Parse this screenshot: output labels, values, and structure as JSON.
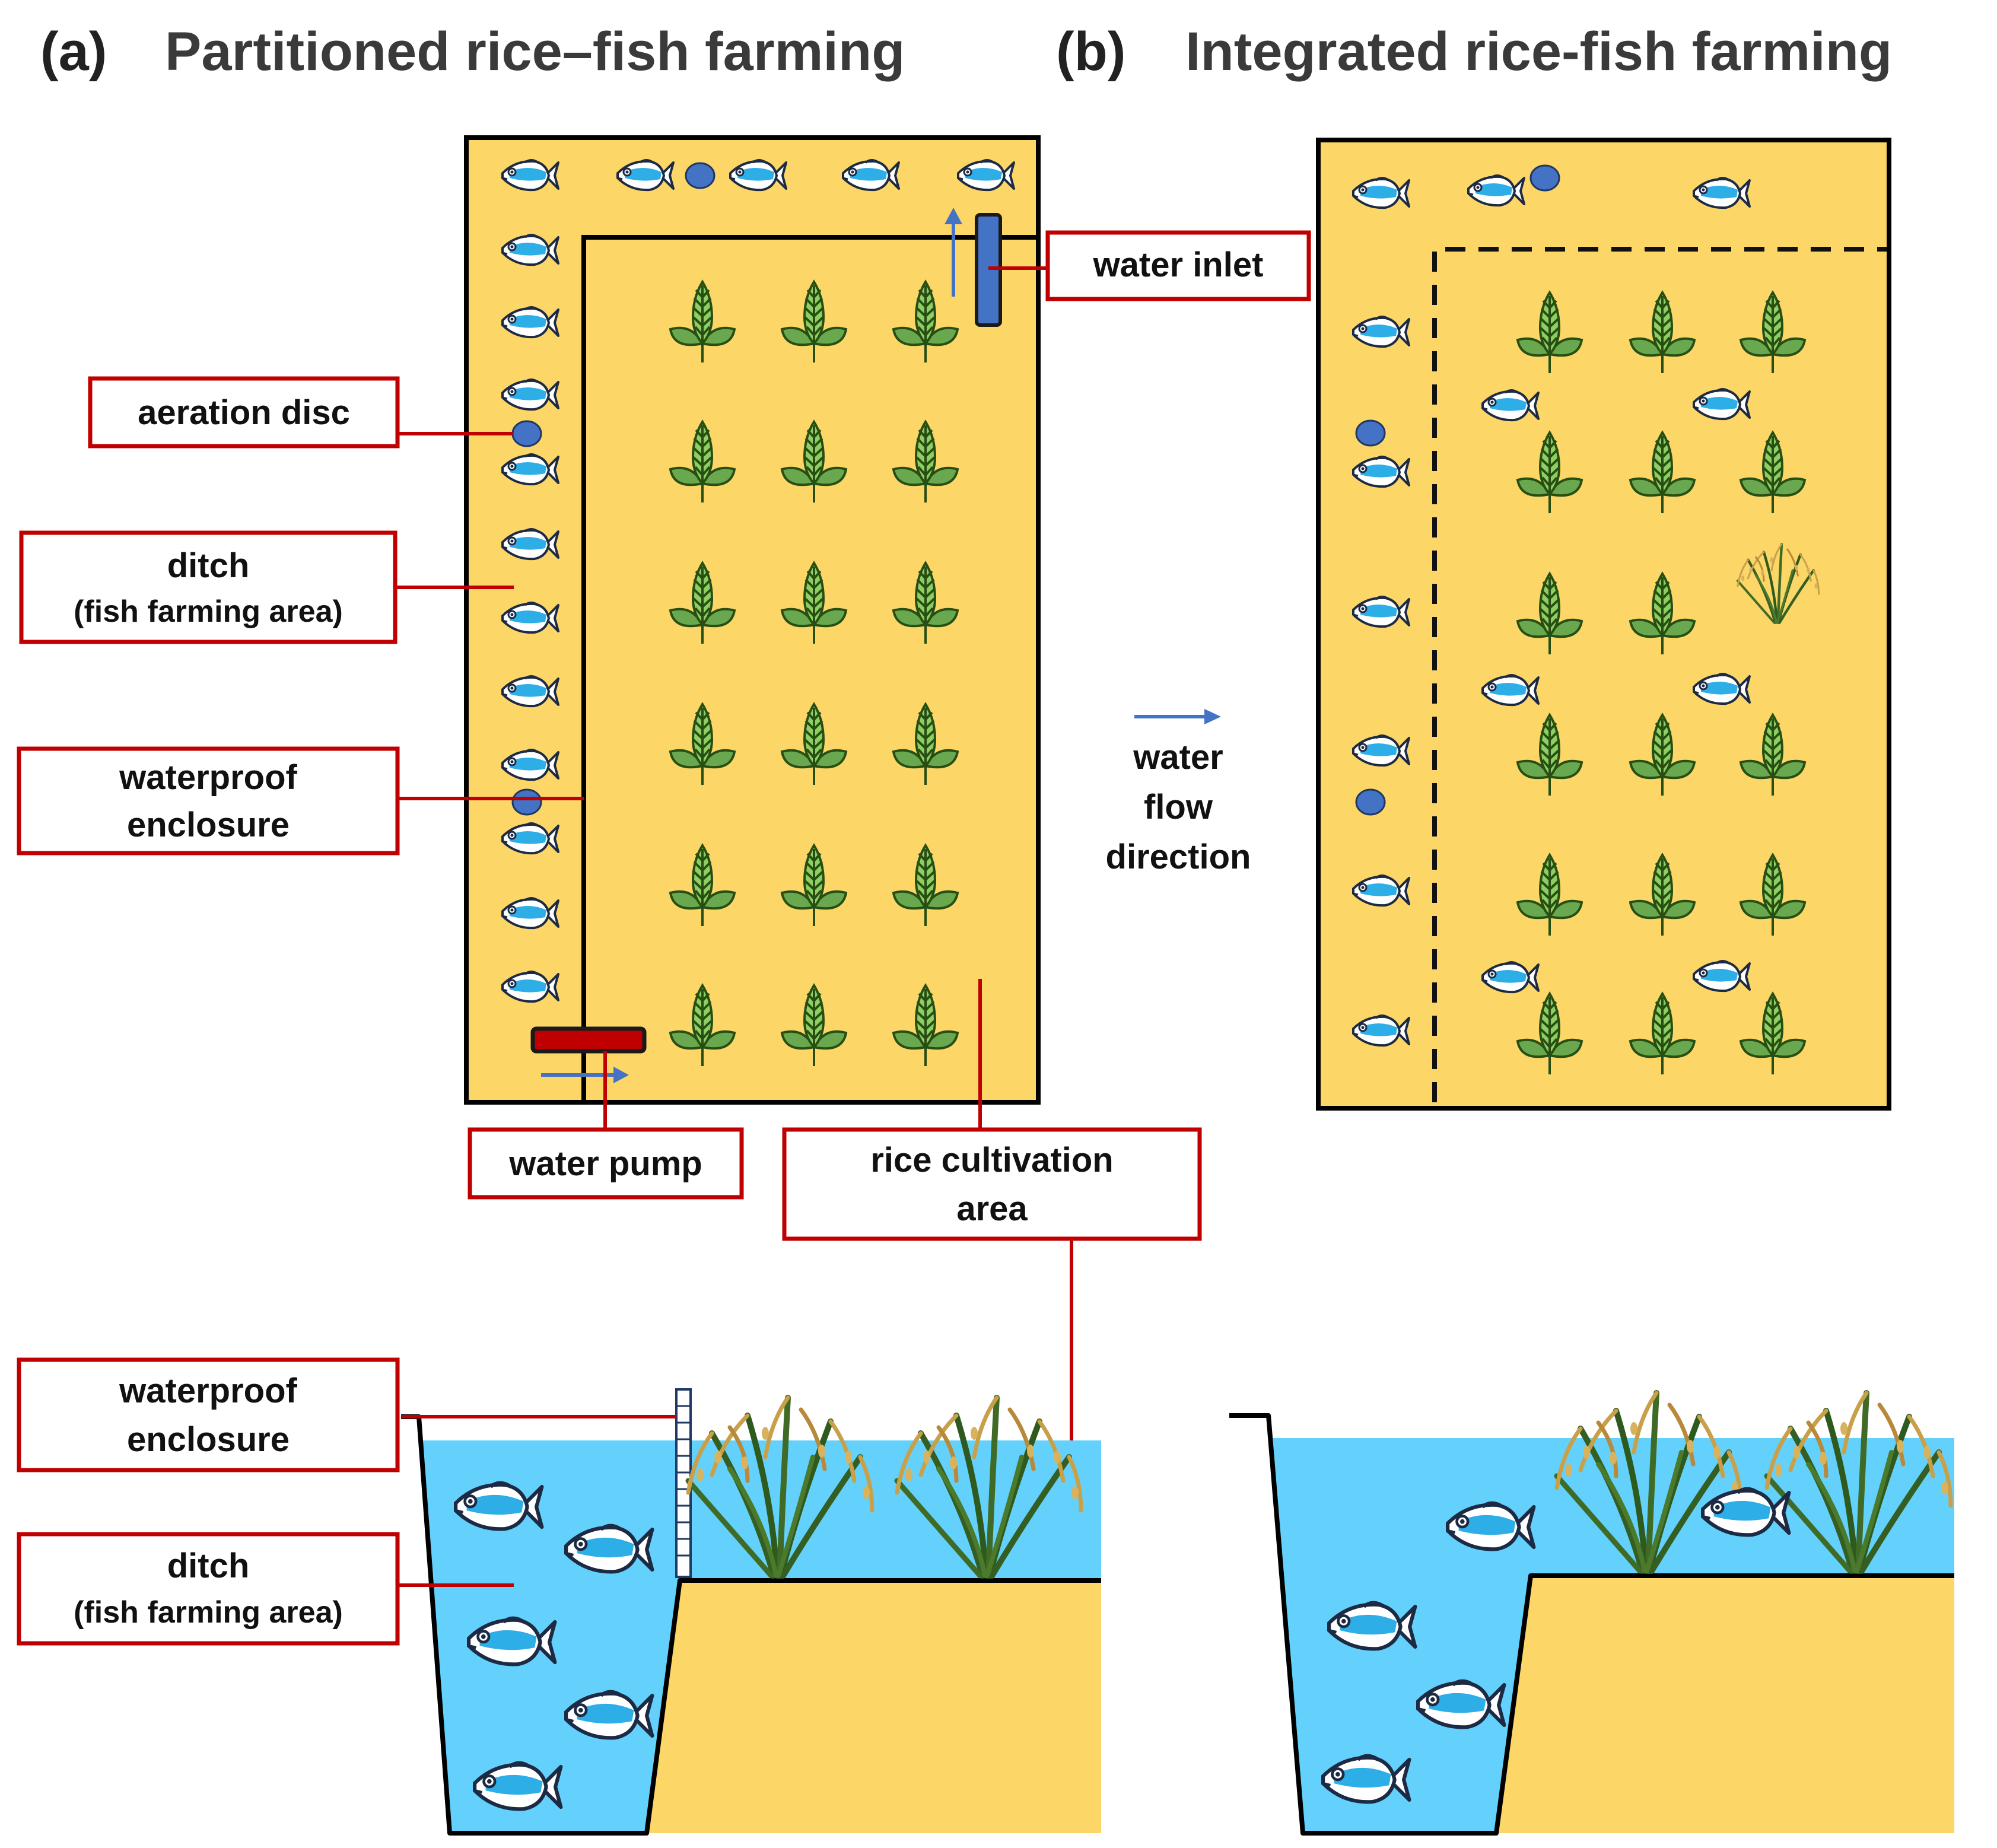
{
  "panel_a": {
    "letter": "(a)",
    "title": "Partitioned rice–fish farming"
  },
  "panel_b": {
    "letter": "(b)",
    "title": "Integrated rice-fish farming"
  },
  "labels": {
    "water_inlet": "water inlet",
    "aeration_disc": "aeration disc",
    "ditch_line1": "ditch",
    "ditch_line2": "(fish farming area)",
    "enclosure_line1": "waterproof",
    "enclosure_line2": "enclosure",
    "water_pump": "water pump",
    "rice_line1": "rice cultivation",
    "rice_line2": "area",
    "flow_line1": "water",
    "flow_line2": "flow",
    "flow_line3": "direction"
  },
  "icons": {
    "fish": "fish-icon",
    "rice_seedling": "rice-seedling-icon",
    "rice_plant": "rice-plant-icon",
    "aeration_disc": "aeration-disc-icon",
    "arrow": "arrow-icon"
  },
  "colors": {
    "field": "#fcd667",
    "water": "#63d1fb",
    "label_border": "#c00000",
    "disc": "#4472c4",
    "pump": "#c00000",
    "seedling": "#6aa84f",
    "fish_body": "#2eaee6"
  }
}
